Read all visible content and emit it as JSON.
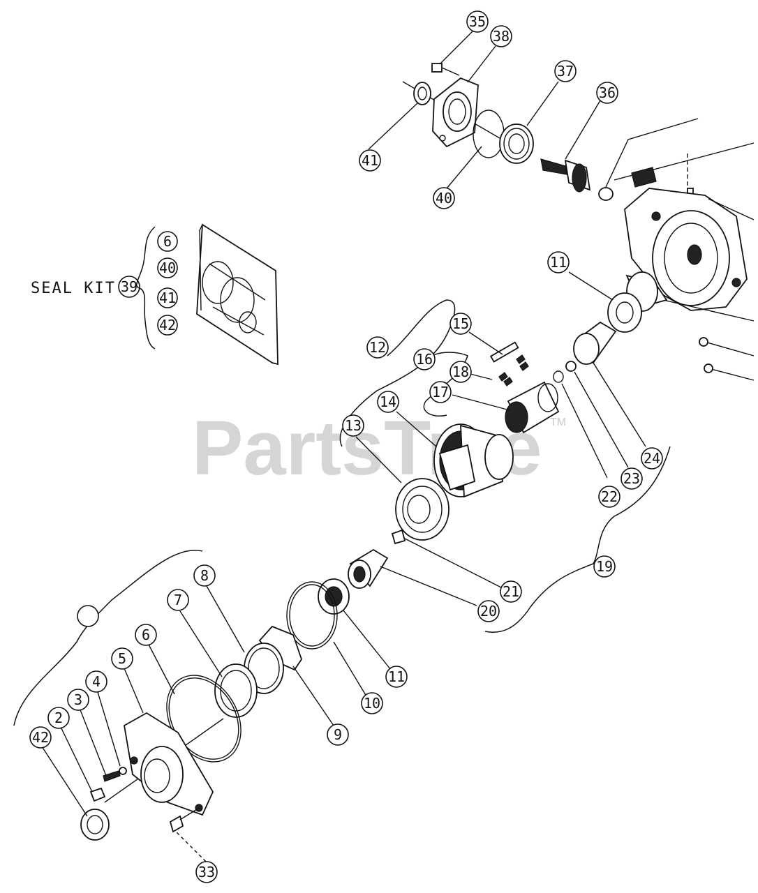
{
  "watermark": {
    "brand": "PartsTree",
    "mark": "TM"
  },
  "seal_kit": {
    "label": "SEAL KIT",
    "number": "39",
    "contents": [
      "6",
      "40",
      "41",
      "42"
    ]
  },
  "callouts": {
    "c35": "35",
    "c38": "38",
    "c37": "37",
    "c36": "36",
    "c41": "41",
    "c40": "40",
    "c11a": "11",
    "c12": "12",
    "c15": "15",
    "c16": "16",
    "c18": "18",
    "c17": "17",
    "c14": "14",
    "c13": "13",
    "c22": "22",
    "c23": "23",
    "c24": "24",
    "c19": "19",
    "c21": "21",
    "c20": "20",
    "c11b": "11",
    "c10": "10",
    "c9": "9",
    "c8": "8",
    "c7": "7",
    "c6": "6",
    "c5": "5",
    "c4": "4",
    "c3": "3",
    "c2": "2",
    "c42": "42",
    "c33": "33",
    "c1": ""
  }
}
